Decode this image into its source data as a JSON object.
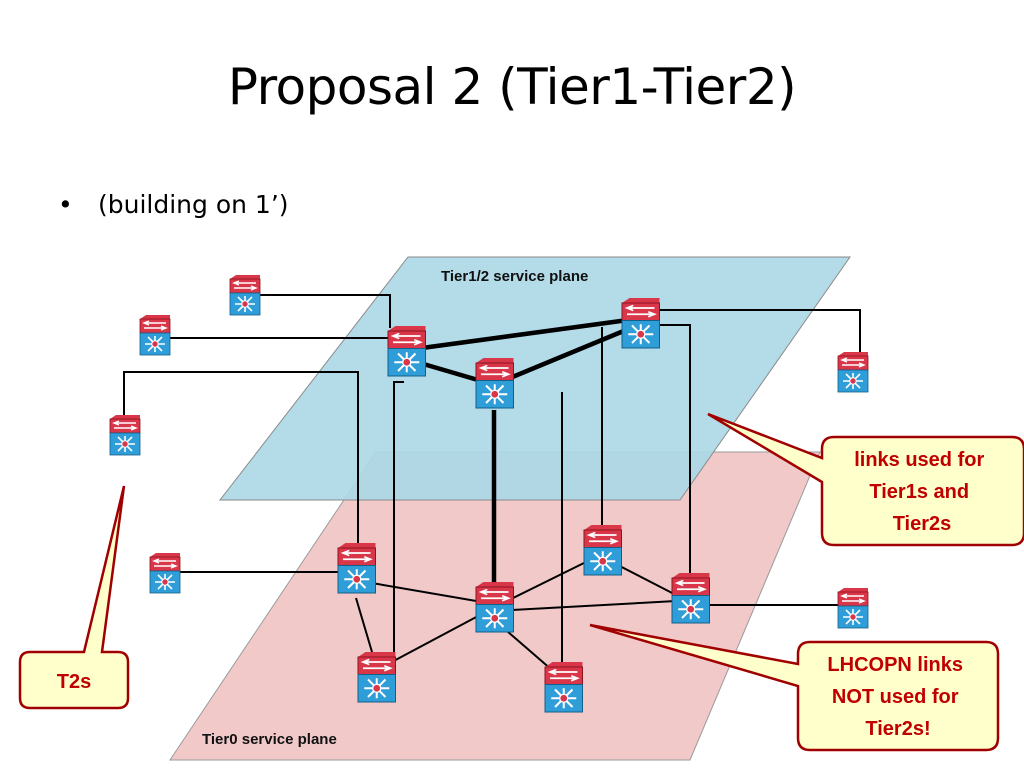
{
  "slide": {
    "title": "Proposal 2 (Tier1-Tier2)",
    "bullet_marker": "•",
    "bullet_text": "(building on 1’)"
  },
  "planes": {
    "upper_label": "Tier1/2 service plane",
    "lower_label": "Tier0 service plane",
    "upper_color": "#add8e6",
    "lower_color": "#f2c9c9"
  },
  "callouts": {
    "tier12_links": [
      "links used for",
      "Tier1s and",
      "Tier2s"
    ],
    "lhcopn_links": [
      "LHCOPN links",
      "NOT used for",
      "Tier2s!"
    ],
    "t2s": [
      "T2s"
    ],
    "fill_color": "#ffffcc",
    "border_color": "#a00000"
  },
  "icons": {
    "device": "network-switch-icon",
    "top_color": "#d9364a",
    "base_color": "#2f9ed8"
  }
}
